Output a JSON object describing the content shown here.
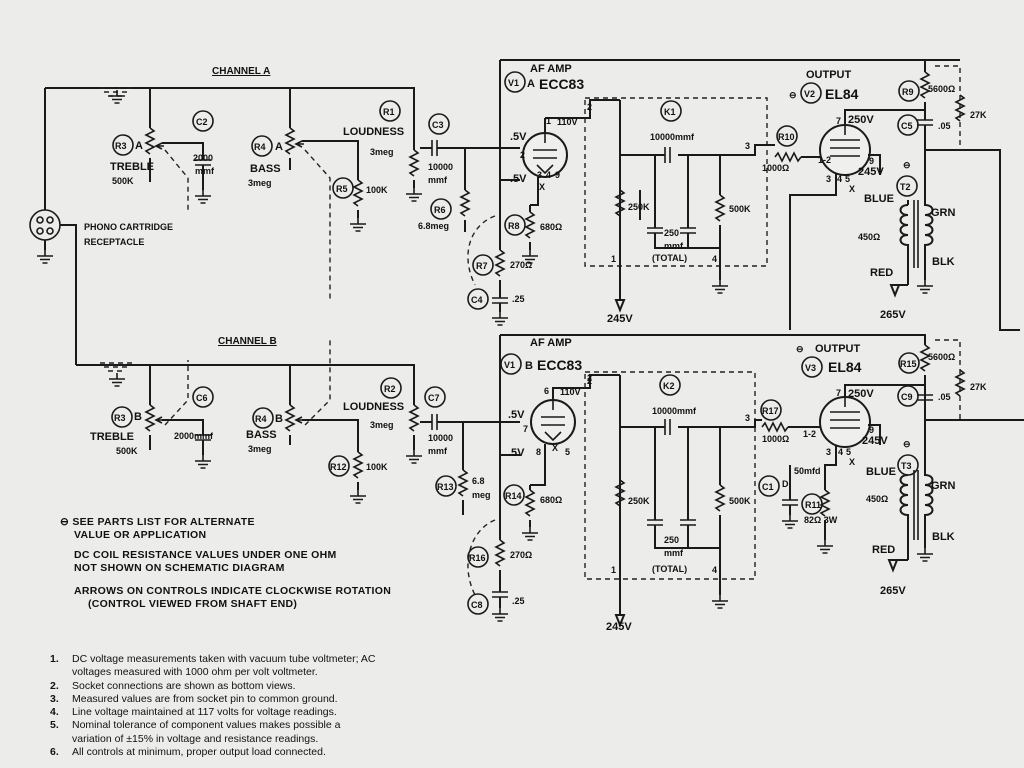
{
  "channels": {
    "a": "CHANNEL A",
    "b": "CHANNEL B"
  },
  "tubes": {
    "v1a": {
      "ref": "V1",
      "section": "A",
      "type": "ECC83",
      "title": "AF AMP",
      "plate_v": "110V",
      "grid_v": ".5V",
      "cath_v": ".5V",
      "pins": {
        "p": "1",
        "g": "2",
        "k": "3",
        "h1": "4",
        "h2": "9",
        "x": "X",
        "g2": "2"
      }
    },
    "v1b": {
      "ref": "V1",
      "section": "B",
      "type": "ECC83",
      "title": "AF AMP",
      "plate_v": "110V",
      "grid_v": ".5V",
      "cath_v": ".5V",
      "pins": {
        "p": "6",
        "g": "7",
        "k": "8",
        "h1": "X",
        "h2": "5",
        "g2": "2"
      }
    },
    "v2": {
      "ref": "V2",
      "type": "EL84",
      "title": "OUTPUT",
      "plate_v": "250V",
      "screen_v": "245V",
      "pins": {
        "p": "7",
        "g2": "9",
        "g1": "2",
        "k": "3",
        "h1": "4",
        "h2": "5",
        "x": "X",
        "g1b": "1-2"
      }
    },
    "v3": {
      "ref": "V3",
      "type": "EL84",
      "title": "OUTPUT",
      "plate_v": "250V",
      "screen_v": "245V",
      "pins": {
        "p": "7",
        "g2": "9",
        "g1": "1-2",
        "k": "3",
        "h1": "4",
        "h2": "5",
        "x": "X"
      }
    }
  },
  "components": {
    "r1": {
      "ref": "R1",
      "name": "LOUDNESS",
      "value": "3meg"
    },
    "r2": {
      "ref": "R2",
      "name": "LOUDNESS",
      "value": "3meg"
    },
    "r3a": {
      "ref": "R3",
      "sub": "A",
      "name": "TREBLE",
      "value": "500K"
    },
    "r3b": {
      "ref": "R3",
      "sub": "B",
      "name": "TREBLE",
      "value": "500K"
    },
    "r4a": {
      "ref": "R4",
      "sub": "A",
      "name": "BASS",
      "value": "3meg"
    },
    "r4b": {
      "ref": "R4",
      "sub": "B",
      "name": "BASS",
      "value": "3meg"
    },
    "r5": {
      "ref": "R5",
      "value": "100K"
    },
    "r6": {
      "ref": "R6",
      "value": "6.8meg"
    },
    "r7": {
      "ref": "R7",
      "value": "270Ω"
    },
    "r8": {
      "ref": "R8",
      "value": "680Ω"
    },
    "r9": {
      "ref": "R9",
      "value": "5600Ω"
    },
    "r10": {
      "ref": "R10",
      "value": "1000Ω"
    },
    "r11": {
      "ref": "R11",
      "value": "82Ω  3W"
    },
    "r12": {
      "ref": "R12",
      "value": "100K"
    },
    "r13": {
      "ref": "R13",
      "value": "6.8",
      "value2": "meg"
    },
    "r14": {
      "ref": "R14",
      "value": "680Ω"
    },
    "r15": {
      "ref": "R15",
      "value": "5600Ω"
    },
    "r16": {
      "ref": "R16",
      "value": "270Ω"
    },
    "r17": {
      "ref": "R17",
      "value": "1000Ω"
    },
    "r27a": {
      "value": "27K"
    },
    "r27b": {
      "value": "27K"
    },
    "c1": {
      "ref": "C1",
      "value": "50mfd",
      "mark": "D"
    },
    "c2": {
      "ref": "C2",
      "value": "2000",
      "value2": "mmf"
    },
    "c3": {
      "ref": "C3",
      "value": "10000",
      "value2": "mmf"
    },
    "c4": {
      "ref": "C4",
      "value": ".25"
    },
    "c5": {
      "ref": "C5",
      "value": ".05"
    },
    "c6": {
      "ref": "C6",
      "value": "2000mmf"
    },
    "c7": {
      "ref": "C7",
      "value": "10000",
      "value2": "mmf"
    },
    "c8": {
      "ref": "C8",
      "value": ".25"
    },
    "c9": {
      "ref": "C9",
      "value": ".05"
    },
    "k1": {
      "ref": "K1",
      "c1": "10000mmf",
      "r1": "250K",
      "r2": "500K",
      "c2": "250",
      "c2b": "mmf",
      "total": "(TOTAL)"
    },
    "k2": {
      "ref": "K2",
      "c1": "10000mmf",
      "r1": "250K",
      "r2": "500K",
      "c2": "250",
      "c2b": "mmf",
      "total": "(TOTAL)"
    },
    "t2": {
      "ref": "T2",
      "pri": "450Ω",
      "sec_top": "GRN",
      "sec_bot": "BLK",
      "pri_top": "BLUE",
      "pri_bot": "RED"
    },
    "t3": {
      "ref": "T3",
      "pri": "450Ω",
      "sec_top": "GRN",
      "sec_bot": "BLK",
      "pri_top": "BLUE",
      "pri_bot": "RED"
    }
  },
  "nodes": {
    "n1": "1",
    "n2": "2",
    "n3": "3",
    "n4": "4",
    "b1": "1",
    "b2": "2",
    "b3": "3",
    "b4": "4"
  },
  "supply": {
    "b245a": "245V",
    "b245b": "245V",
    "b265a": "265V",
    "b265b": "265V",
    "alt_mark": "⊖"
  },
  "receptacle": {
    "line1": "PHONO CARTRIDGE",
    "line2": "RECEPTACLE"
  },
  "legend": {
    "l1": "⊖ SEE PARTS LIST FOR ALTERNATE",
    "l2": "VALUE OR APPLICATION",
    "l3": "DC COIL RESISTANCE VALUES UNDER ONE OHM",
    "l4": "NOT SHOWN ON SCHEMATIC DIAGRAM",
    "l5": "ARROWS ON CONTROLS INDICATE CLOCKWISE ROTATION",
    "l6": "(CONTROL VIEWED FROM SHAFT END)"
  },
  "notes": [
    {
      "num": "1.",
      "text": "DC voltage measurements taken with vacuum tube voltmeter; AC voltages measured with 1000 ohm per volt voltmeter."
    },
    {
      "num": "2.",
      "text": "Socket connections are shown as bottom views."
    },
    {
      "num": "3.",
      "text": "Measured values are from socket pin to common ground."
    },
    {
      "num": "4.",
      "text": "Line voltage maintained at 117 volts for voltage readings."
    },
    {
      "num": "5.",
      "text": "Nominal tolerance of component values makes possible a variation of ±15% in voltage and resistance readings."
    },
    {
      "num": "6.",
      "text": "All controls at minimum, proper output load connected."
    }
  ]
}
